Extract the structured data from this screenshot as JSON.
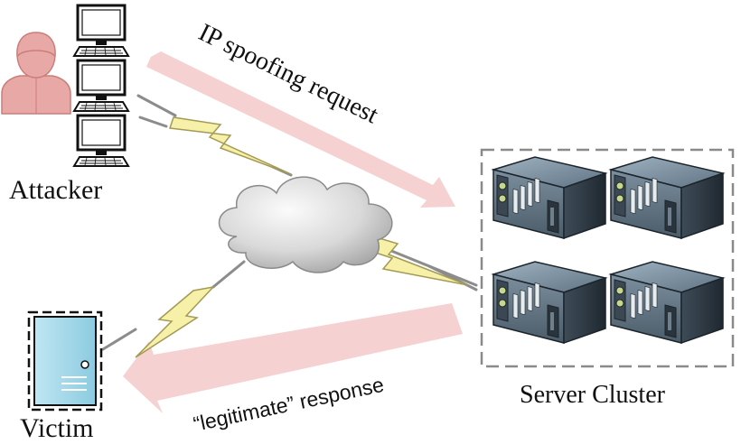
{
  "labels": {
    "attacker": "Attacker",
    "victim": "Victim",
    "server_cluster": "Server Cluster",
    "request": "IP spoofing request",
    "response": "“legitimate”  response"
  },
  "colors": {
    "arrow_fill": "#f3c9c9",
    "attacker_fill": "#e8a9a6",
    "attacker_stroke": "#c97e79",
    "lightning_fill": "#f7f0a8",
    "lightning_stroke": "#a39a55",
    "cloud_light": "#f2f2f2",
    "cloud_dark": "#a8a8a8",
    "victim_fill": "#a9d9ea",
    "server_front": "#5c6f7e",
    "server_side": "#2f3b46",
    "link_line": "#8c8c8c"
  },
  "icons": {
    "attacker": "hooded-person-icon",
    "computer": "desktop-computer-icon",
    "cloud": "internet-cloud-icon",
    "server": "rack-server-icon",
    "victim": "server-tower-icon",
    "link": "lightning-link-icon"
  }
}
